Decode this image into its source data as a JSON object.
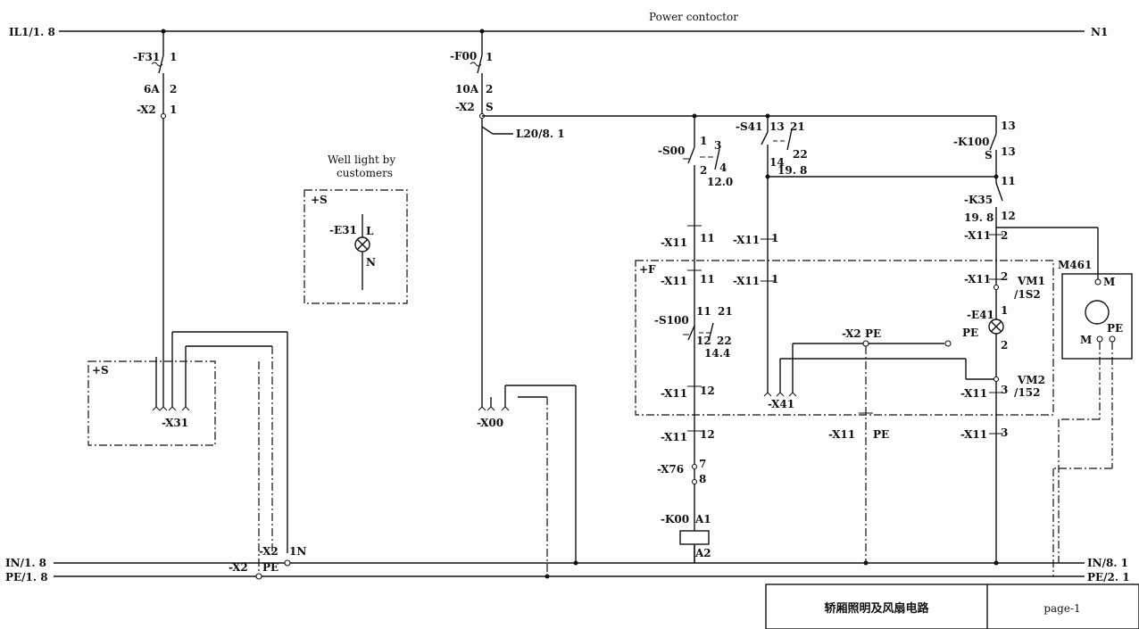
{
  "labels": {
    "power_contactor": "Power contoctor",
    "bus_l1_left": "IL1/1. 8",
    "bus_n1_right": "N1",
    "bus_in_left": "IN/1. 8",
    "bus_pe_left": "PE/1. 8",
    "bus_in_right": "IN/8. 1",
    "bus_pe_right": "PE/2. 1",
    "well_light_line1": "Well light by",
    "well_light_line2": "customers",
    "loc_s_lamp": "+S",
    "e31": "-E31",
    "e31_l": "L",
    "e31_n": "N",
    "f31": "-F31",
    "f31_t1": "1",
    "f31_rating": "6A",
    "f31_t2": "2",
    "x2_a": "-X2",
    "x2_a_t": "1",
    "loc_s_box": "+S",
    "x31": "-X31",
    "f00": "-F00",
    "f00_t1": "1",
    "f00_rating": "10A",
    "f00_t2": "2",
    "x2_b": "-X2",
    "x2_b_t": "S",
    "l20": "L20/8. 1",
    "x00": "-X00",
    "s00": "-S00",
    "s00_1": "1",
    "s00_3": "3",
    "s00_2": "2",
    "s00_4": "4",
    "s00_ref": "12.0",
    "s41": "-S41",
    "s41_13": "13",
    "s41_21": "21",
    "s41_22": "22",
    "s41_14": "14",
    "s41_ref": "19. 8",
    "k100": "-K100",
    "k100_13a": "13",
    "k100_13b": "13",
    "k100_s": "S",
    "k100_11": "11",
    "k35": "-K35",
    "k35_ref": "19. 8",
    "k35_12": "12",
    "x11": "-X11",
    "t11": "11",
    "t1": "1",
    "t2": "2",
    "t12": "12",
    "t3": "3",
    "tPE": "PE",
    "loc_f": "+F",
    "s100": "-S100",
    "s100_11": "11",
    "s100_21": "21",
    "s100_12": "12",
    "s100_22": "22",
    "s100_ref": "14.4",
    "x2pe": "-X2 PE",
    "pe": "PE",
    "vm1": "VM1",
    "vm1_ref": "/1S2",
    "e41": "-E41",
    "e41_1": "1",
    "e41_2": "2",
    "vm2": "VM2",
    "vm2_ref": "/152",
    "x41": "-X41",
    "m461": "M461",
    "m_top": "M",
    "m_bot": "M",
    "m_pe": "PE",
    "x76": "-X76",
    "x76_7": "7",
    "x76_8": "8",
    "k00": "-K00",
    "k00_a1": "A1",
    "k00_a2": "A2",
    "x2_c": "-X2",
    "x2_c_t": "1N",
    "x2_d": "-X2",
    "x2_d_t": "PE"
  },
  "title_block": {
    "title": "轿厢照明及风扇电路",
    "page": "page-1"
  }
}
